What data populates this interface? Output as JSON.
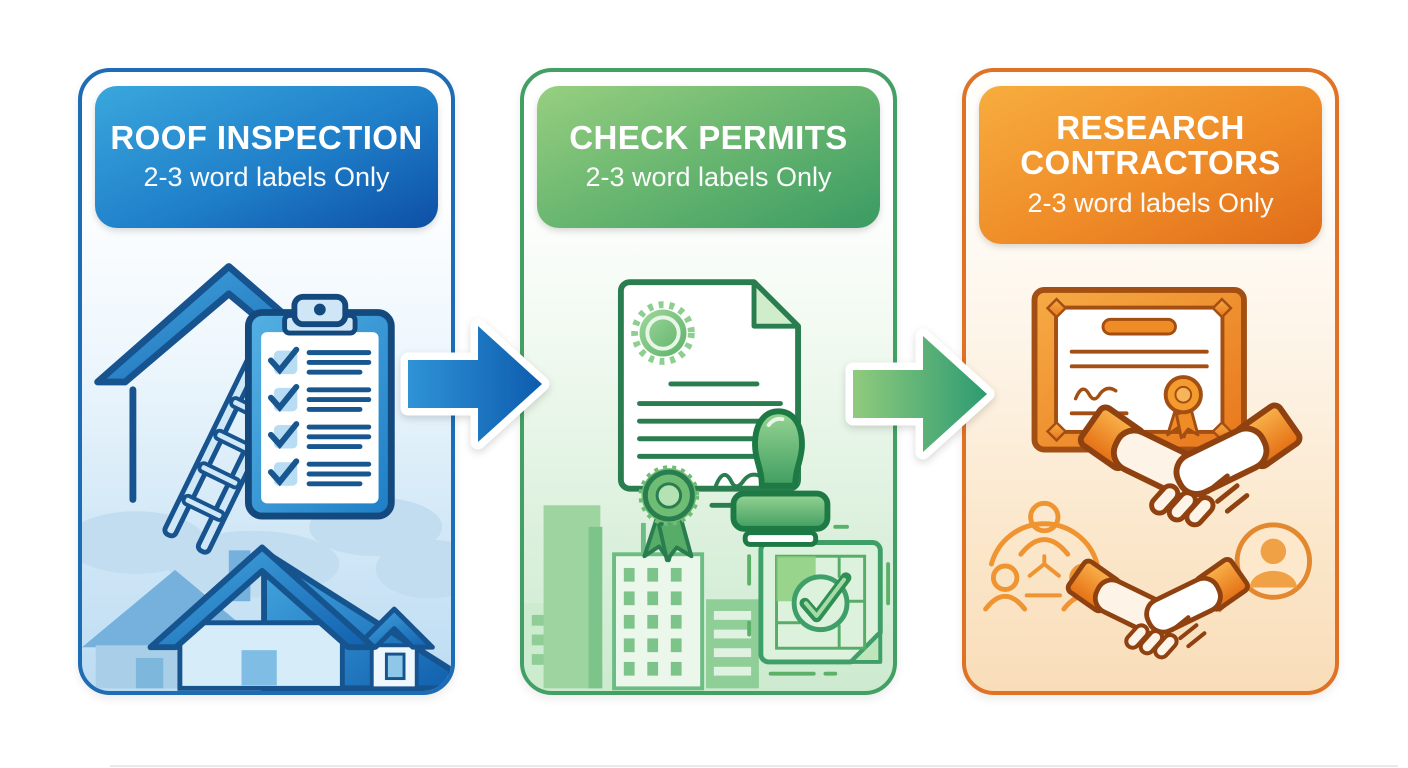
{
  "figure": {
    "type": "process-infographic",
    "step_count": 3,
    "background": "#ffffff"
  },
  "panels": [
    {
      "id": "roof-inspection",
      "title": "ROOF INSPECTION",
      "subtitle": "2-3 word labels Only",
      "accent": "#1e6cb5",
      "header_gradient": [
        "#3aa7dd",
        "#0d4fa5"
      ],
      "body_tint": "#bcdcf2",
      "icons": [
        "house-icon",
        "ladder-icon",
        "checklist-clipboard-icon",
        "neighborhood-houses-icon",
        "clouds-icon"
      ]
    },
    {
      "id": "check-permits",
      "title": "CHECK PERMITS",
      "subtitle": "2-3 word labels Only",
      "accent": "#43a065",
      "header_gradient": [
        "#97cf80",
        "#3a9b63"
      ],
      "body_tint": "#cdeacf",
      "icons": [
        "permit-document-icon",
        "seal-icon",
        "rosette-ribbon-icon",
        "signature-icon",
        "approval-stamp-icon",
        "city-buildings-icon",
        "approved-blueprint-icon"
      ]
    },
    {
      "id": "research-contractors",
      "title": "RESEARCH CONTRACTORS",
      "subtitle": "2-3 word labels Only",
      "accent": "#df7224",
      "header_gradient": [
        "#f7ad3e",
        "#e06c19"
      ],
      "body_tint": "#f9ddb9",
      "icons": [
        "certificate-icon",
        "rosette-ribbon-icon",
        "signature-icon",
        "handshake-icon",
        "team-network-icon",
        "handshake-icon",
        "avatar-circle-icon"
      ]
    }
  ],
  "connectors": [
    {
      "id": "arrow-1",
      "direction": "right",
      "color_from": "#2f93d6",
      "color_to": "#0d5cae",
      "outline": "#ffffff"
    },
    {
      "id": "arrow-2",
      "direction": "right",
      "color_from": "#90cb7d",
      "color_to": "#2d9b72",
      "outline": "#ffffff"
    }
  ]
}
